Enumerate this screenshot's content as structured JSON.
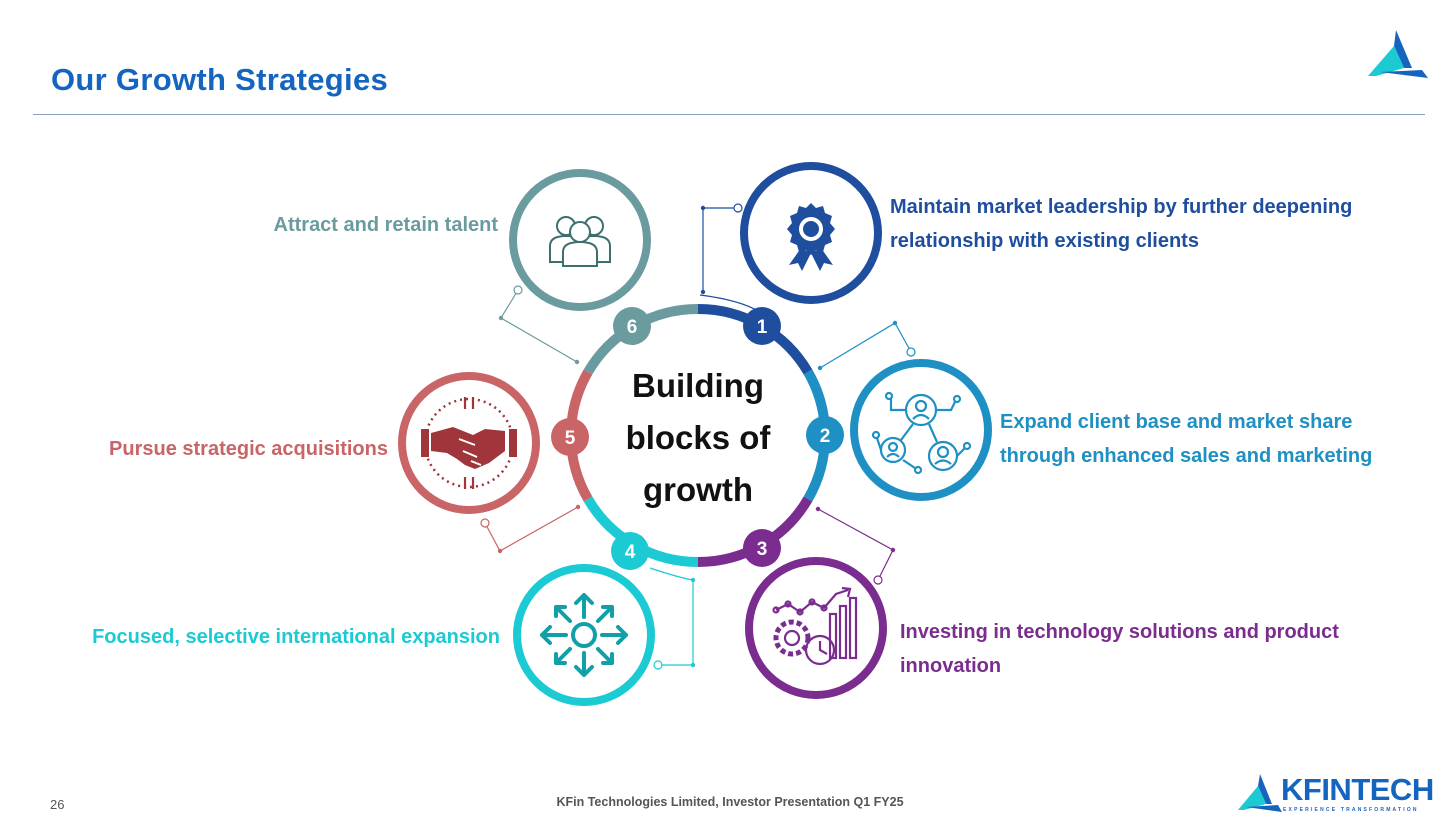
{
  "header": {
    "title": "Our Growth Strategies"
  },
  "center": {
    "lines": [
      "Building",
      "blocks of",
      "growth"
    ]
  },
  "strategies": [
    {
      "number": "1",
      "label": "Maintain market leadership by further deepening relationship with existing clients",
      "icon": "award-ribbon-icon",
      "color": "#1f4e9f"
    },
    {
      "number": "2",
      "label": "Expand client base and market share through enhanced sales and marketing",
      "icon": "client-network-icon",
      "color": "#1e90c3"
    },
    {
      "number": "3",
      "label": "Investing in technology solutions and product innovation",
      "icon": "technology-gears-chart-icon",
      "color": "#7b2c8f"
    },
    {
      "number": "4",
      "label": "Focused, selective international expansion",
      "icon": "expansion-arrows-icon",
      "color": "#1ccad3"
    },
    {
      "number": "5",
      "label": "Pursue strategic acquisitions",
      "icon": "handshake-icon",
      "color": "#c96467"
    },
    {
      "number": "6",
      "label": "Attract and retain talent",
      "icon": "people-group-icon",
      "color": "#6a9b9e"
    }
  ],
  "footer": {
    "page_number": "26",
    "text": "KFin Technologies Limited, Investor Presentation Q1 FY25",
    "brand": "KFINTECH",
    "tagline": "EXPERIENCE TRANSFORMATION"
  }
}
